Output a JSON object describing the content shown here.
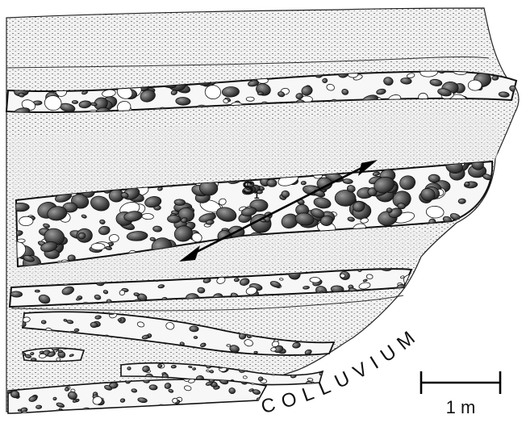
{
  "labels": {
    "stratum": "S",
    "stratum_sub": "1",
    "deposit": "COLLUVIUM",
    "scale": "1 m"
  },
  "colors": {
    "ink": "#111111",
    "sand_fill": "#efefef",
    "gravel_fill": "#f6f6f6",
    "clast": "#2a2a2a"
  }
}
